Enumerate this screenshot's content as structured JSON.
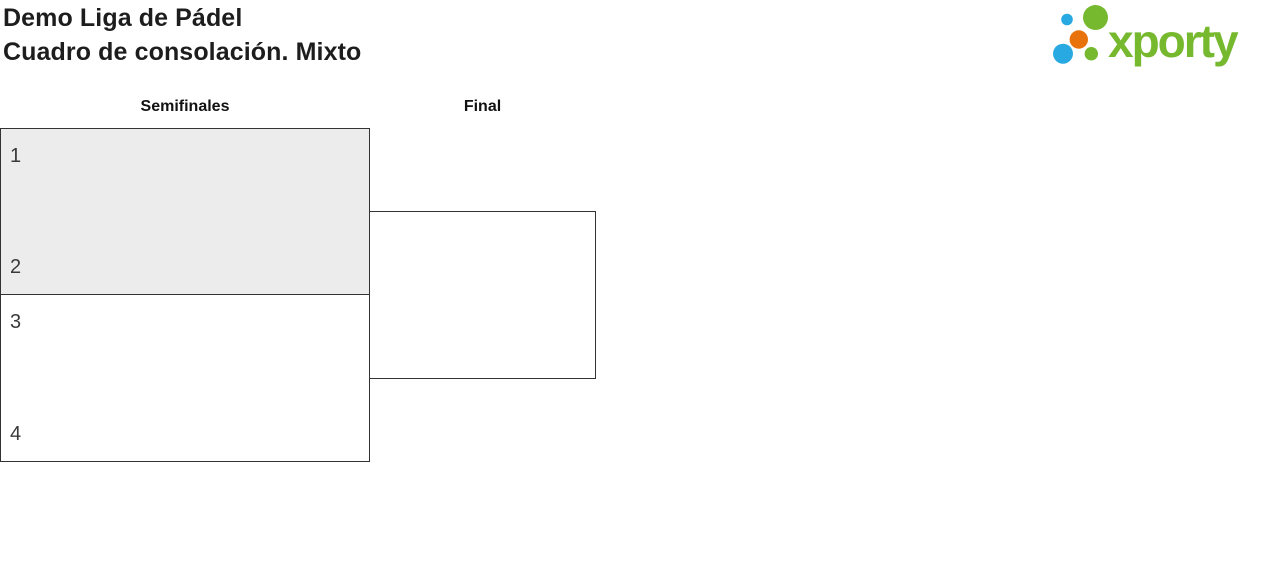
{
  "header": {
    "title_line1": "Demo Liga de Pádel",
    "title_line2": "Cuadro de consolación. Mixto"
  },
  "logo": {
    "wordmark": "xporty",
    "colors": {
      "green": "#76b82e",
      "blue": "#29a9e1",
      "orange": "#e8720c"
    }
  },
  "bracket": {
    "round_labels": [
      "Semifinales",
      "Final"
    ],
    "semifinals": [
      {
        "top_seed": "1",
        "bottom_seed": "2",
        "highlighted": true
      },
      {
        "top_seed": "3",
        "bottom_seed": "4",
        "highlighted": false
      }
    ],
    "final_match": {
      "top_seed": "",
      "bottom_seed": ""
    }
  },
  "colors": {
    "match_border": "#333333",
    "highlighted_match_bg": "#ececec",
    "title_text": "#1d1d1d"
  }
}
